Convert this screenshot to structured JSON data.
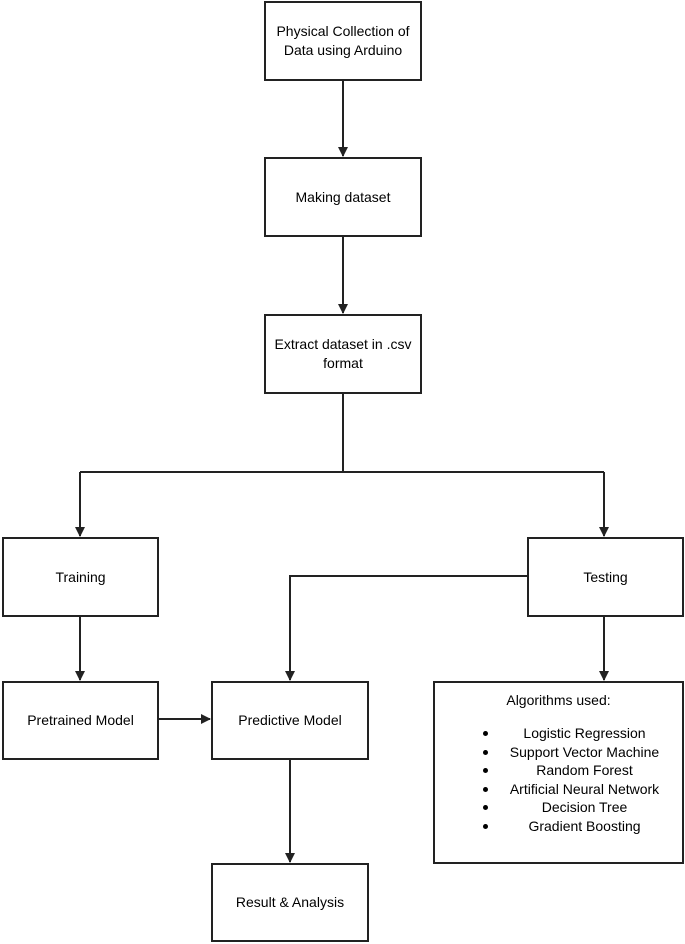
{
  "nodes": {
    "collection": "Physical Collection of Data using Arduino",
    "making_dataset": "Making dataset",
    "extract": "Extract dataset in .csv format",
    "training": "Training",
    "testing": "Testing",
    "pretrained": "Pretrained Model",
    "predictive": "Predictive Model",
    "result": "Result & Analysis"
  },
  "algorithms": {
    "title": "Algorithms used:",
    "items": [
      "Logistic Regression",
      "Support Vector Machine",
      "Random Forest",
      "Artificial Neural Network",
      "Decision Tree",
      "Gradient Boosting"
    ]
  }
}
